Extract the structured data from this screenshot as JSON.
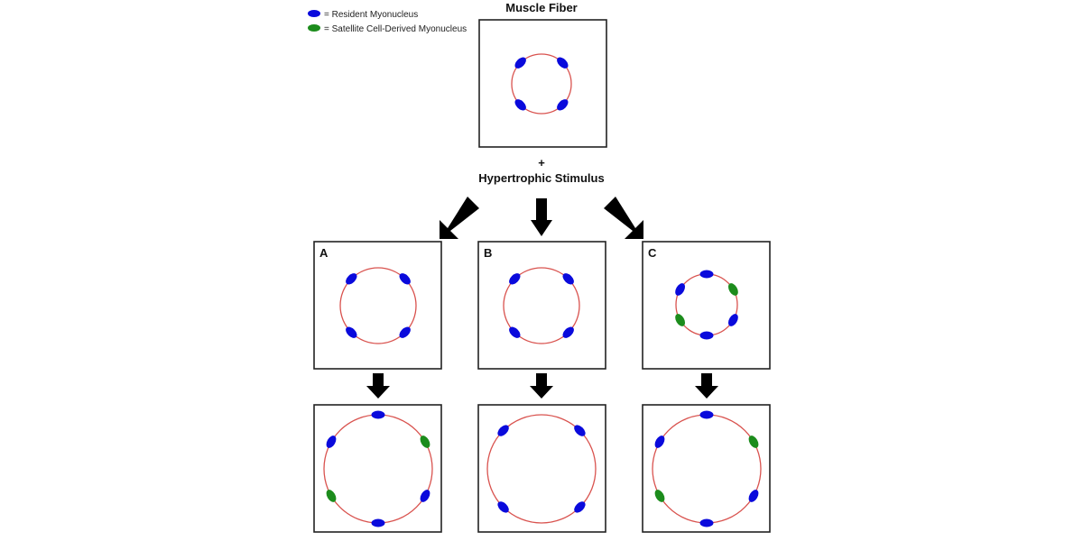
{
  "legend": [
    {
      "label": "= Resident Myonucleus",
      "color": "#0a0adc"
    },
    {
      "label": "= Satellite Cell-Derived Myonucleus",
      "color": "#1c8c1c"
    }
  ],
  "title": "Muscle Fiber",
  "stimulus": {
    "plus": "+",
    "label": "Hypertrophic Stimulus"
  },
  "colors": {
    "resident": "#0a0adc",
    "satellite": "#1c8c1c",
    "fiber_outline": "#d9534f",
    "box_border": "#222222",
    "arrow": "#000000"
  },
  "panels": [
    {
      "letter": "A",
      "description": "fiber enlarges; satellite-cell-derived myonuclei added after growth"
    },
    {
      "letter": "B",
      "description": "fiber enlarges with resident myonuclei only"
    },
    {
      "letter": "C",
      "description": "satellite-cell-derived myonuclei added before fiber enlargement"
    }
  ],
  "fibers": {
    "initial": {
      "nuclei": [
        {
          "type": "resident",
          "angle": -45
        },
        {
          "type": "resident",
          "angle": -135
        },
        {
          "type": "resident",
          "angle": 45
        },
        {
          "type": "resident",
          "angle": 135
        }
      ]
    },
    "A_mid": {
      "nuclei": [
        {
          "type": "resident",
          "angle": -45
        },
        {
          "type": "resident",
          "angle": -135
        },
        {
          "type": "resident",
          "angle": 45
        },
        {
          "type": "resident",
          "angle": 135
        }
      ]
    },
    "B_mid": {
      "nuclei": [
        {
          "type": "resident",
          "angle": -45
        },
        {
          "type": "resident",
          "angle": -135
        },
        {
          "type": "resident",
          "angle": 45
        },
        {
          "type": "resident",
          "angle": 135
        }
      ]
    },
    "C_mid": {
      "nuclei": [
        {
          "type": "resident",
          "angle": -90
        },
        {
          "type": "resident",
          "angle": 90
        },
        {
          "type": "resident",
          "angle": -150
        },
        {
          "type": "resident",
          "angle": 30
        },
        {
          "type": "satellite",
          "angle": -30
        },
        {
          "type": "satellite",
          "angle": 150
        }
      ]
    },
    "A_final": {
      "nuclei": [
        {
          "type": "resident",
          "angle": -90
        },
        {
          "type": "resident",
          "angle": 90
        },
        {
          "type": "resident",
          "angle": -150
        },
        {
          "type": "resident",
          "angle": 30
        },
        {
          "type": "satellite",
          "angle": -30
        },
        {
          "type": "satellite",
          "angle": 150
        }
      ]
    },
    "B_final": {
      "nuclei": [
        {
          "type": "resident",
          "angle": -45
        },
        {
          "type": "resident",
          "angle": -135
        },
        {
          "type": "resident",
          "angle": 45
        },
        {
          "type": "resident",
          "angle": 135
        }
      ]
    },
    "C_final": {
      "nuclei": [
        {
          "type": "resident",
          "angle": -90
        },
        {
          "type": "resident",
          "angle": 90
        },
        {
          "type": "resident",
          "angle": -150
        },
        {
          "type": "resident",
          "angle": 30
        },
        {
          "type": "satellite",
          "angle": -30
        },
        {
          "type": "satellite",
          "angle": 150
        }
      ]
    }
  }
}
